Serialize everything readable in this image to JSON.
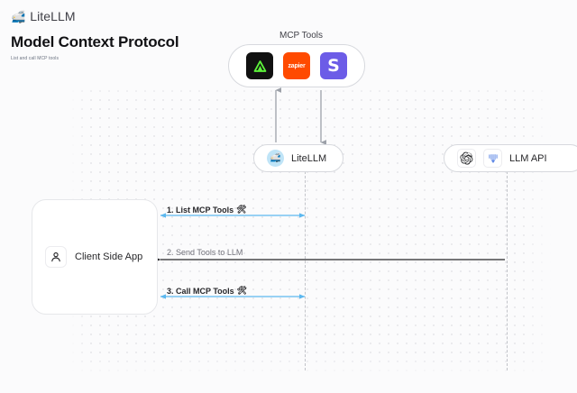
{
  "header": {
    "brand_logo_icon": "bullet-train-icon",
    "brand_logo_glyph": "🚅",
    "brand_name": "LiteLLM",
    "title": "Model Context Protocol",
    "subtitle": "List and call MCP tools"
  },
  "diagram": {
    "mcp_group": {
      "label": "MCP Tools",
      "tools": [
        {
          "name": "triangle-tool-icon",
          "glyph": "▲",
          "bg": "#111111",
          "fg": "#5cf23a",
          "kind": "glyph"
        },
        {
          "name": "zapier-icon",
          "glyph": "zapier",
          "bg": "#ff4a00",
          "fg": "#ffffff",
          "kind": "wordmark"
        },
        {
          "name": "slack-icon",
          "glyph": "S",
          "bg": "#6c5ce7",
          "fg": "#ffffff",
          "kind": "letter"
        }
      ]
    },
    "nodes": [
      {
        "name": "litellm-node",
        "label": "LiteLLM",
        "icon": "bullet-train-icon",
        "icon_glyph": "🚅"
      },
      {
        "name": "llm-api-node",
        "label": "LLM API",
        "icons": [
          "openai-icon",
          "anthropic-icon"
        ]
      }
    ],
    "client": {
      "label": "Client Side App",
      "icon": "user-icon"
    },
    "flows": [
      {
        "label": "1. List MCP Tools",
        "emoji": "🛠",
        "style": "blue",
        "direction": "both"
      },
      {
        "label": "2. Send Tools to LLM",
        "emoji": "",
        "style": "dark",
        "direction": "left"
      },
      {
        "label": "3. Call MCP Tools",
        "emoji": "🛠",
        "style": "blue",
        "direction": "both"
      }
    ],
    "vertical_flows": [
      {
        "name": "client-to-mcp-up-arrow",
        "direction": "up"
      },
      {
        "name": "mcp-to-client-down-arrow",
        "direction": "down"
      }
    ]
  },
  "colors": {
    "canvas_bg": "#fbfbfc",
    "dot_grid": "#e6e6ea",
    "blue_arrow": "#5cb8ef",
    "dark_arrow": "#27272a",
    "gray_arrow": "#9ca0a8",
    "lifeline": "#c2c4c9",
    "border": "#d7d9de"
  }
}
